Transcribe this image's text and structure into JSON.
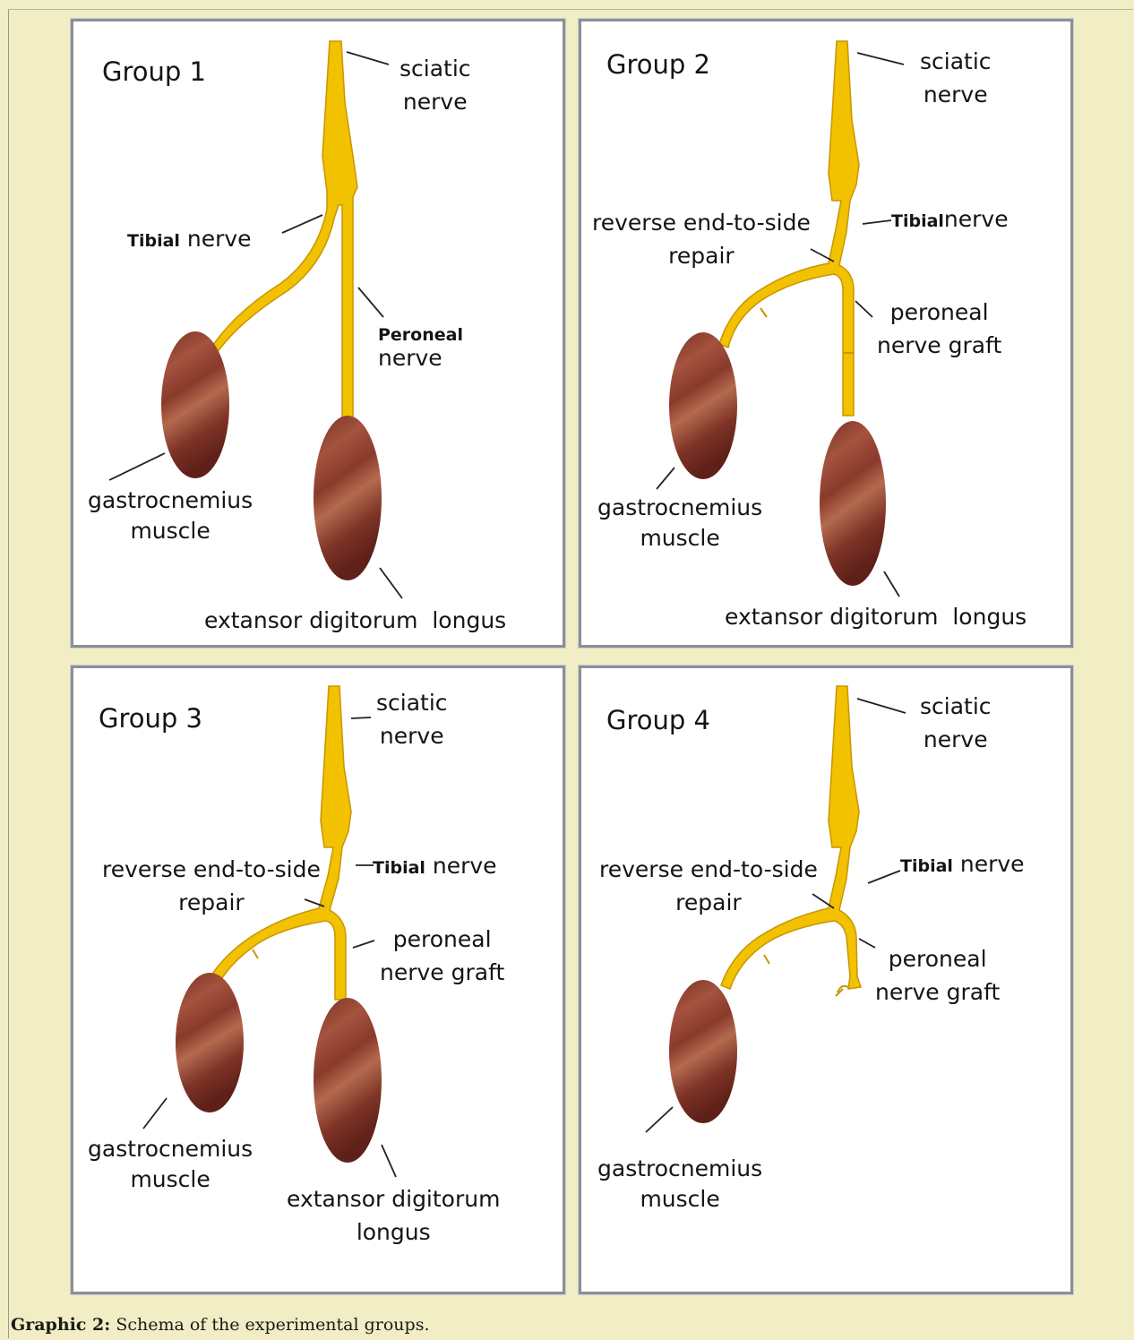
{
  "colors": {
    "nerve": "#f2c100",
    "nerve_edge": "#c99500",
    "muscle": "#8c3c2c",
    "panel_border": "#8c8f94",
    "page_bg": "#f1eec6"
  },
  "panels": [
    {
      "title": "Group 1",
      "sciatic": [
        "sciatic",
        "nerve"
      ],
      "tibial": "Tibial",
      "tibial_rest": "nerve",
      "peroneal": [
        "Peroneal",
        "nerve"
      ],
      "gastro": [
        "gastrocnemius",
        "muscle"
      ],
      "edl": "extansor digitorum",
      "edl2": "longus"
    },
    {
      "title": "Group 2",
      "sciatic": [
        "sciatic",
        "nerve"
      ],
      "tibial": "Tibial",
      "tibial_rest": "nerve",
      "repair": [
        "reverse end-to-side",
        "repair"
      ],
      "graft": [
        "peroneal",
        "nerve graft"
      ],
      "gastro": [
        "gastrocnemius",
        "muscle"
      ],
      "edl": "extansor digitorum",
      "edl2": "longus"
    },
    {
      "title": "Group 3",
      "sciatic": [
        "sciatic",
        "nerve"
      ],
      "tibial": "Tibial",
      "tibial_rest": "nerve",
      "repair": [
        "reverse end-to-side",
        "repair"
      ],
      "graft": [
        "peroneal",
        "nerve graft"
      ],
      "gastro": [
        "gastrocnemius",
        "muscle"
      ],
      "edl": "extansor digitorum",
      "edl2": "longus"
    },
    {
      "title": "Group 4",
      "sciatic": [
        "sciatic",
        "nerve"
      ],
      "tibial": "Tibial",
      "tibial_rest": "nerve",
      "repair": [
        "reverse end-to-side",
        "repair"
      ],
      "graft": [
        "peroneal",
        "nerve graft"
      ],
      "gastro": [
        "gastrocnemius",
        "muscle"
      ]
    }
  ],
  "caption": {
    "label": "Graphic 2:",
    "text": " Schema of the experimental groups."
  }
}
